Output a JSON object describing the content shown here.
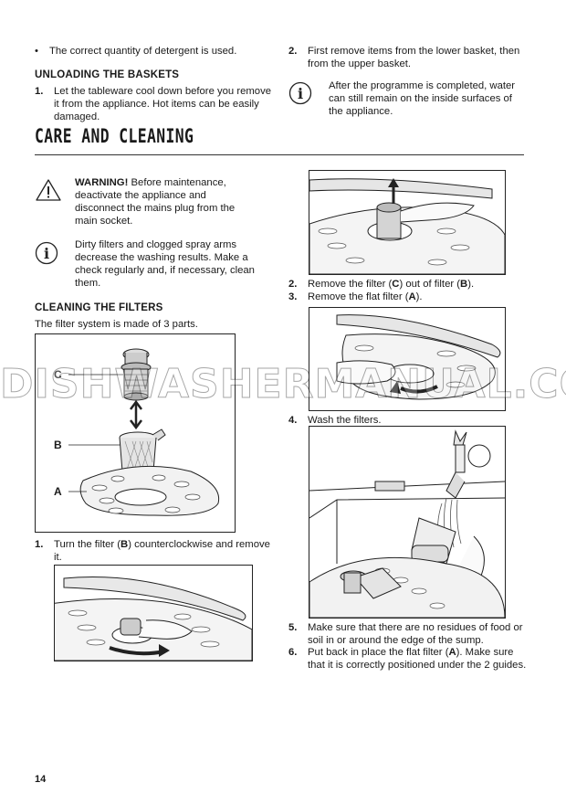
{
  "left_top": {
    "bullet_symbol": "•",
    "bullet_text": "The correct quantity of detergent is used.",
    "unloading_heading": "UNLOADING THE BASKETS",
    "unloading_step_num": "1.",
    "unloading_step_text": "Let the tableware cool down before you remove it from the appliance. Hot items can be easily damaged."
  },
  "right_top": {
    "step_num": "2.",
    "step_text": "First remove items from the lower basket, then from the upper basket.",
    "info_text": "After the programme is completed, water can still remain on the inside surfaces of the appliance."
  },
  "section_title": "CARE AND CLEANING",
  "warning": {
    "label": "WARNING!",
    "text": " Before maintenance, deactivate the appliance and disconnect the mains plug from the main socket."
  },
  "info_filters": "Dirty filters and clogged spray arms decrease the washing results. Make a check regularly and, if necessary, clean them.",
  "filters_heading": "CLEANING THE FILTERS",
  "filters_intro": "The filter system is made of 3 parts.",
  "figure_labels": {
    "c": "C",
    "b": "B",
    "a": "A"
  },
  "steps": {
    "s1_num": "1.",
    "s1_a": "Turn the filter (",
    "s1_b": "B",
    "s1_c": ") counterclockwise and remove it.",
    "s2_num": "2.",
    "s2_a": "Remove the filter (",
    "s2_b": "C",
    "s2_c": ") out of filter (",
    "s2_d": "B",
    "s2_e": ").",
    "s3_num": "3.",
    "s3_a": "Remove the flat filter (",
    "s3_b": "A",
    "s3_c": ").",
    "s4_num": "4.",
    "s4_text": "Wash the filters.",
    "s5_num": "5.",
    "s5_text": "Make sure that there are no residues of food or soil in or around the edge of the sump.",
    "s6_num": "6.",
    "s6_a": "Put back in place the flat filter (",
    "s6_b": "A",
    "s6_c": "). Make sure that it is correctly positioned under the 2 guides."
  },
  "watermark": "DISHWASHERMANUAL.COM",
  "page_number": "14",
  "icons": {
    "warning": "warning-triangle-icon",
    "info": "info-icon"
  }
}
